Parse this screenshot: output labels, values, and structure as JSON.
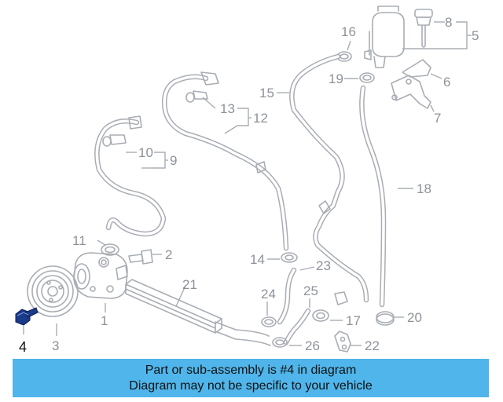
{
  "diagram": {
    "callouts": [
      "1",
      "2",
      "3",
      "4",
      "5",
      "6",
      "7",
      "8",
      "9",
      "10",
      "11",
      "12",
      "13",
      "14",
      "15",
      "16",
      "17",
      "18",
      "19",
      "20",
      "21",
      "22",
      "23",
      "24",
      "25",
      "26"
    ],
    "highlighted_callout": "4",
    "highlight_color": "#1a3a8a",
    "line_color": "#a9adb4"
  },
  "banner": {
    "line1": "Part or sub-assembly is #4 in diagram",
    "line2": "Diagram may not be specific to your vehicle",
    "background_color": "#4fb5ea"
  }
}
